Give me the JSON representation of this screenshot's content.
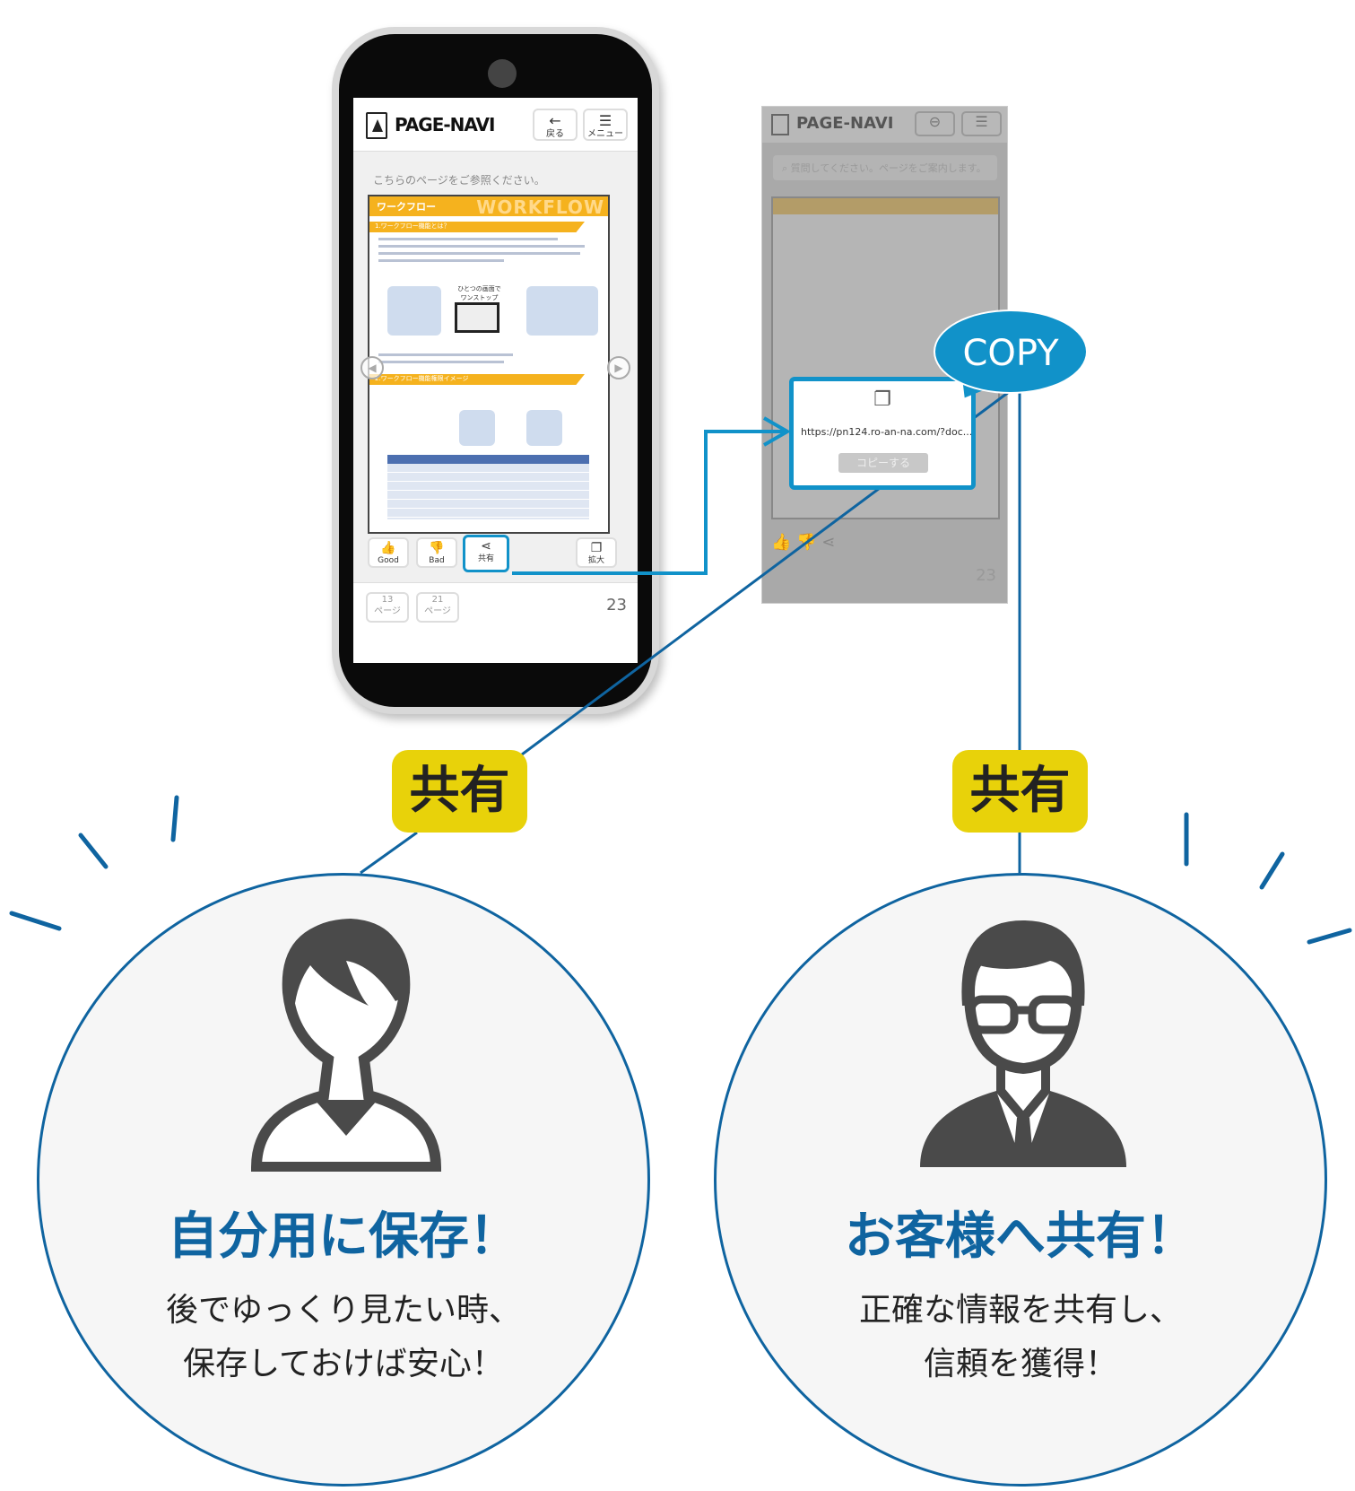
{
  "phone": {
    "brand": "PAGE-NAVI",
    "back_label": "戻る",
    "menu_label": "メニュー",
    "hint": "こちらのページをご参照ください。",
    "doc": {
      "title": "ワークフロー",
      "watermark": "WORKFLOW",
      "section1": "1.ワークフロー機能とは？",
      "section2": "2.ワークフロー機能権限イメージ",
      "callout": "ひとつの画面で ワンストップ"
    },
    "actions": {
      "good": "Good",
      "bad": "Bad",
      "share": "共有",
      "zoom": "拡大"
    },
    "pages": [
      {
        "num": "13",
        "label": "ページ"
      },
      {
        "num": "21",
        "label": "ページ"
      }
    ],
    "current_page": "23"
  },
  "screen2": {
    "brand": "PAGE-NAVI",
    "search_placeholder": "質問してください。ページをご案内します。",
    "popup": {
      "url": "https://pn124.ro-an-na.com/?doc...",
      "copy_button": "コピーする"
    },
    "bubble": "COPY",
    "current_page": "23"
  },
  "badges": {
    "left": "共有",
    "right": "共有"
  },
  "left_card": {
    "title": "自分用に保存！",
    "line1": "後でゆっくり見たい時、",
    "line2": "保存しておけば安心！"
  },
  "right_card": {
    "title": "お客様へ共有！",
    "line1": "正確な情報を共有し、",
    "line2": "信頼を獲得！"
  },
  "colors": {
    "accent": "#1192c9",
    "navy": "#0f64a0",
    "badge": "#e8d20a",
    "orange": "#f5b21e"
  }
}
